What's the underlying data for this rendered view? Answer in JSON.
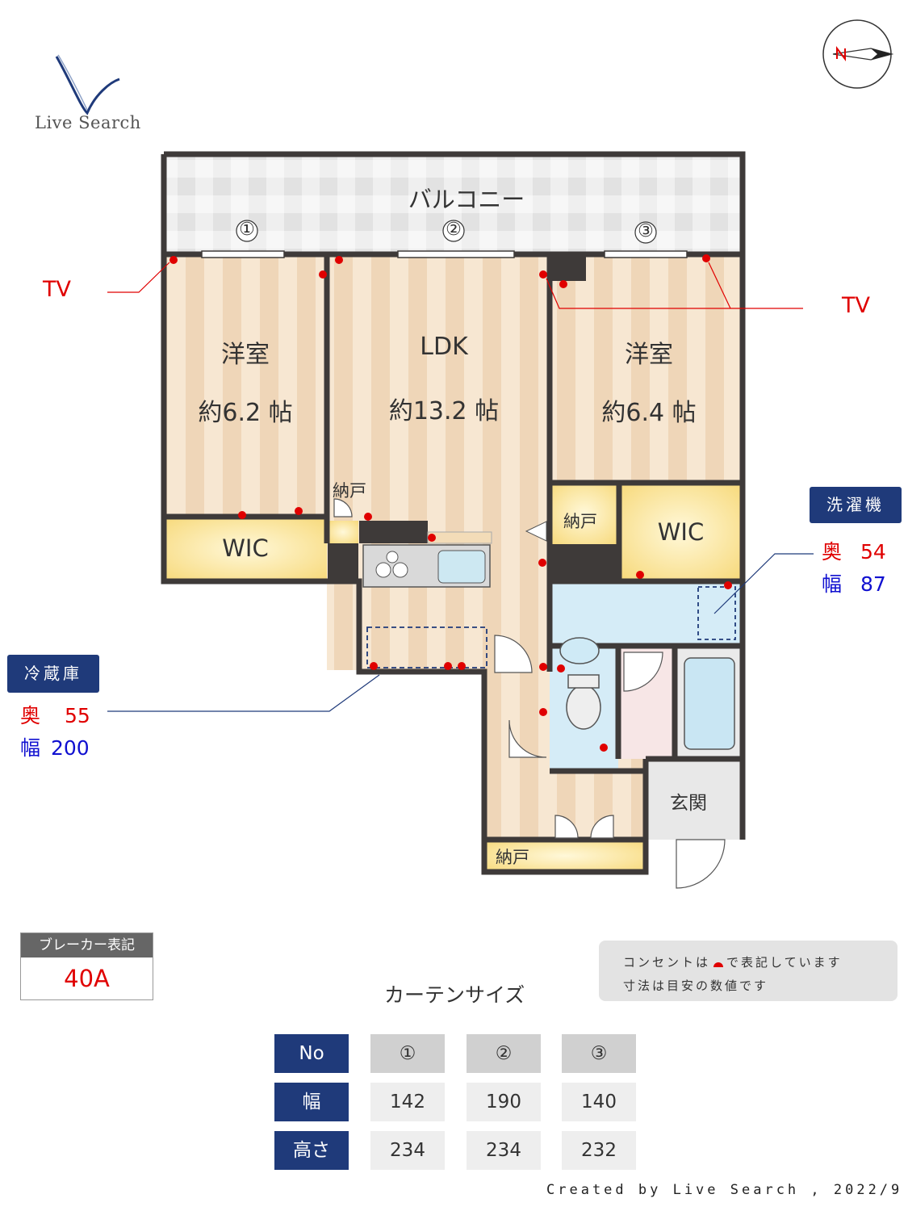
{
  "brand": {
    "name": "Live Search"
  },
  "plan": {
    "balcony": "バルコニー",
    "window_markers": [
      "①",
      "②",
      "③"
    ],
    "rooms": [
      {
        "name": "洋室",
        "size": "約6.2 帖"
      },
      {
        "name": "LDK",
        "size": "約13.2 帖"
      },
      {
        "name": "洋室",
        "size": "約6.4 帖"
      }
    ],
    "wic_left": "WIC",
    "wic_right": "WIC",
    "storage_upper": "納戸",
    "storage_mid": "納戸",
    "storage_lower": "納戸",
    "entrance": "玄関",
    "tv_left": "TV",
    "tv_right": "TV"
  },
  "washer": {
    "tag": "洗濯機",
    "depth_label": "奥",
    "depth": "54",
    "width_label": "幅",
    "width": "87"
  },
  "fridge": {
    "tag": "冷蔵庫",
    "depth_label": "奥",
    "depth": "55",
    "width_label": "幅",
    "width": "200"
  },
  "breaker": {
    "label": "ブレーカー表記",
    "value": "40A"
  },
  "note": {
    "line1": "コンセントは",
    "line1_tail": "で表記しています",
    "line2": "寸法は目安の数値です"
  },
  "curtain": {
    "title": "カーテンサイズ",
    "header": {
      "label": "No",
      "cols": [
        "①",
        "②",
        "③"
      ]
    },
    "rows": [
      {
        "label": "幅",
        "values": [
          "142",
          "190",
          "140"
        ]
      },
      {
        "label": "高さ",
        "values": [
          "234",
          "234",
          "232"
        ]
      }
    ]
  },
  "footer": "Created by Live Search , 2022/9",
  "colors": {
    "navy": "#1f3a7a",
    "outlet": "#e00000",
    "wall": "#3e3a39",
    "floor": "#f2dcc0",
    "wet": "#d5ecf7",
    "closet": "#fbe39a"
  }
}
